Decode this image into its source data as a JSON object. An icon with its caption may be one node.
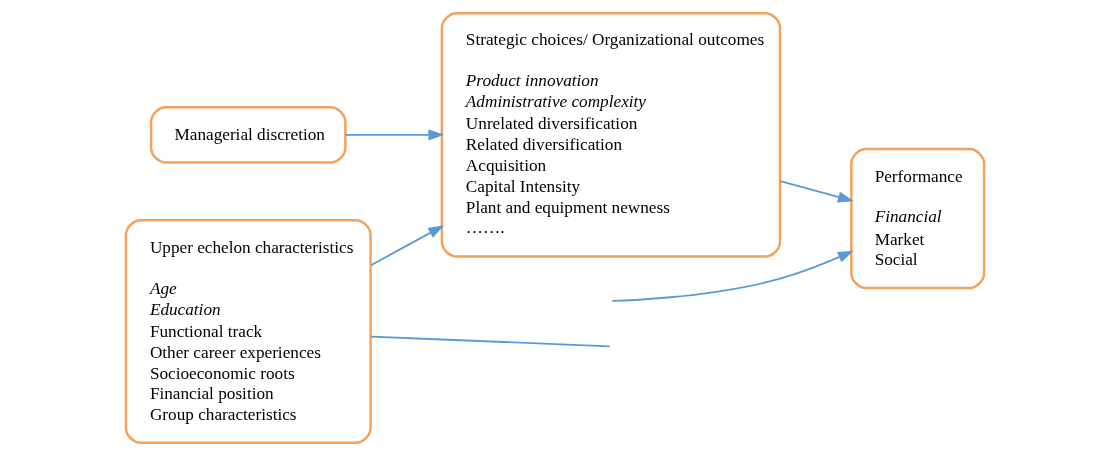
{
  "diagram": {
    "nodes": [
      {
        "text": [
          "Managerial discretion"
        ]
      },
      {
        "text": [
          "Upper echelon characteristics",
          "Age",
          "Education",
          "Functional track",
          "Other career experiences",
          "Socioeconomic roots",
          "Financial position",
          "Group characteristics"
        ]
      },
      {
        "text": [
          "Strategic choices/ Organizational outcomes",
          "Product innovation",
          "Administrative complexity",
          "Unrelated diversification",
          "Related diversification",
          "Acquisition",
          "Capital Intensity",
          "Plant and equipment newness",
          "……."
        ]
      },
      {
        "text": [
          "Performance",
          "Financial",
          "Market",
          "Social"
        ]
      }
    ],
    "edges": [
      {
        "from": 0,
        "to": 2,
        "arrow": "to"
      },
      {
        "from": 1,
        "to": 2,
        "arrow": "to"
      },
      {
        "from": 2,
        "to": 3,
        "arrow": "to"
      },
      {
        "from": 1,
        "to": null,
        "arrow": "none"
      },
      {
        "from": null,
        "to": 3,
        "arrow": "to"
      }
    ]
  }
}
